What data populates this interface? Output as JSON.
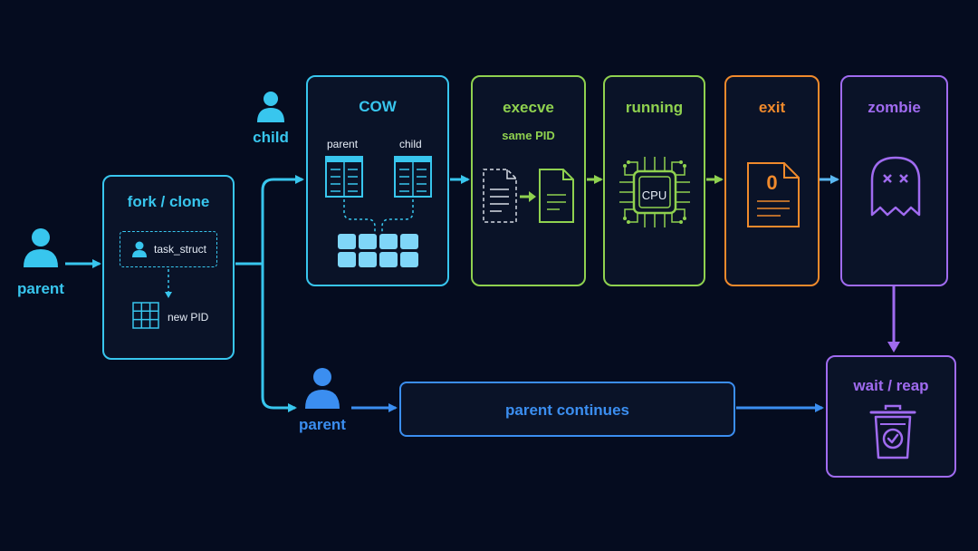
{
  "actors": {
    "parent_start": "parent",
    "child": "child",
    "parent_continue": "parent"
  },
  "stages": {
    "fork": {
      "title": "fork / clone",
      "task_struct": "task_struct",
      "new_pid": "new PID"
    },
    "cow": {
      "title": "COW",
      "parent": "parent",
      "child": "child"
    },
    "execve": {
      "title": "execve",
      "subtitle": "same PID"
    },
    "running": {
      "title": "running",
      "cpu": "CPU"
    },
    "exit": {
      "title": "exit",
      "code": "0"
    },
    "zombie": {
      "title": "zombie"
    },
    "reap": {
      "title": "wait / reap"
    },
    "parent_continues": {
      "label": "parent continues"
    }
  },
  "colors": {
    "background": "#050c1f",
    "cyan": "#38c6ee",
    "green": "#8fd14f",
    "orange": "#f08a2c",
    "purple": "#a06bf0",
    "blue": "#3b8ef0"
  }
}
